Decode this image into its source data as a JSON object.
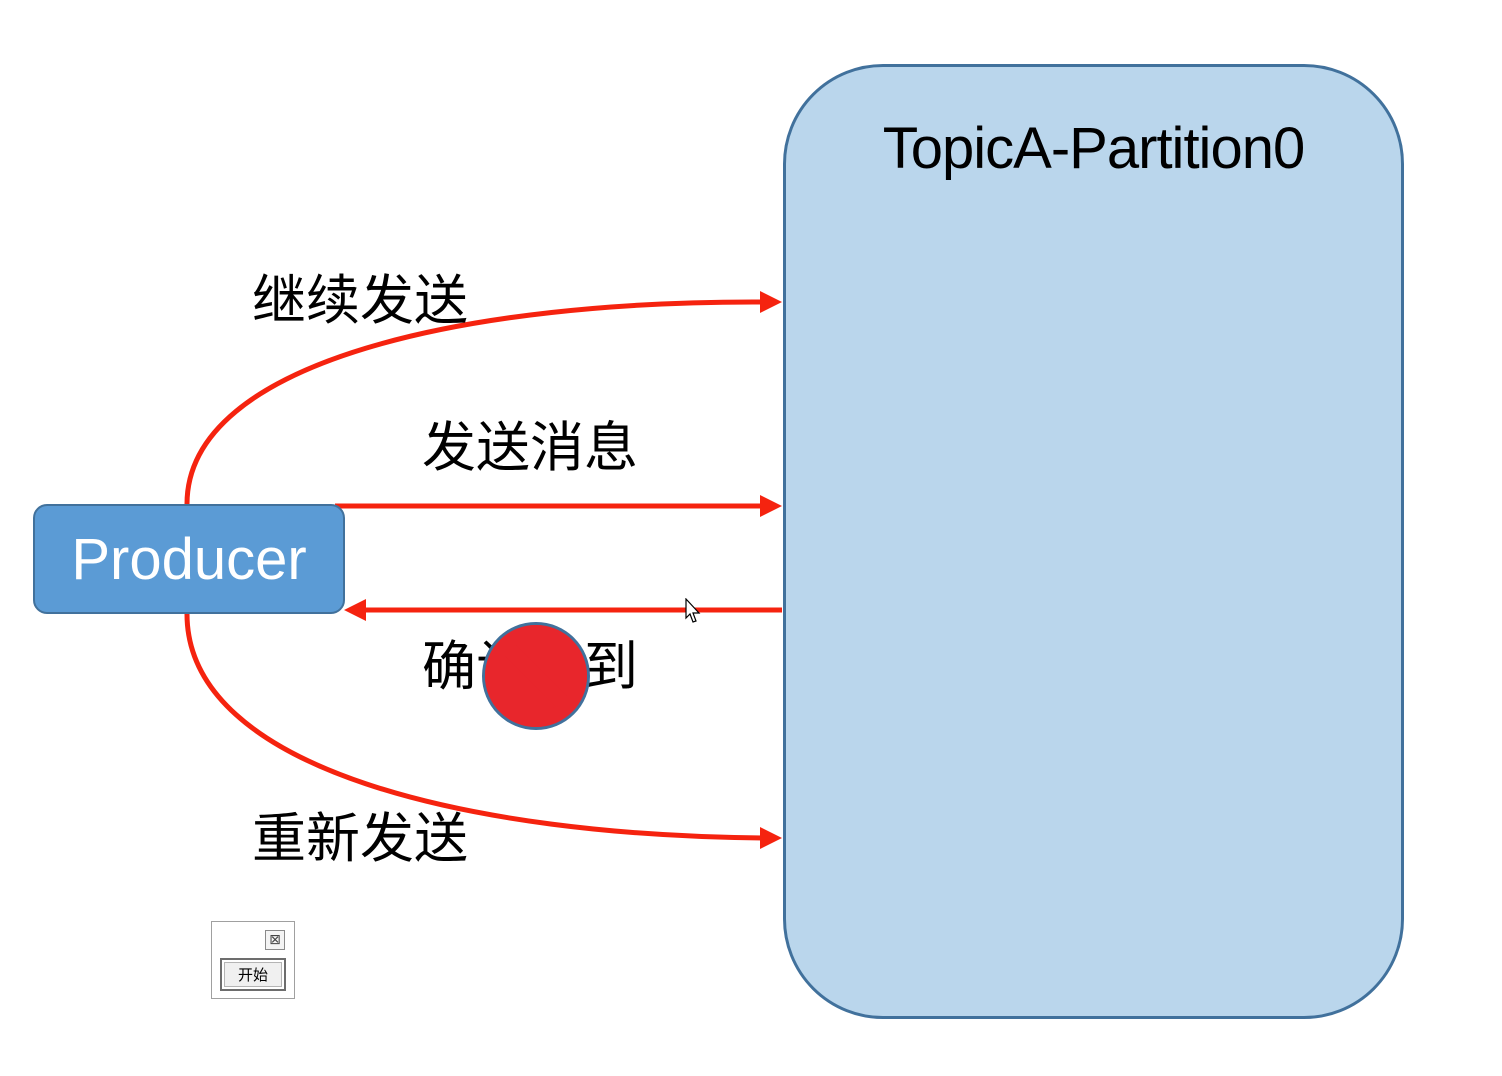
{
  "partition": {
    "title": "TopicA-Partition0"
  },
  "producer": {
    "label": "Producer"
  },
  "labels": {
    "continue_send": "继续发送",
    "send_message": "发送消息",
    "ack_received": "确认收到",
    "resend": "重新发送"
  },
  "mini_window": {
    "close_symbol": "⊠",
    "start_label": "开始"
  },
  "colors": {
    "arrow": "#f5230f",
    "producer_fill": "#5b9bd5",
    "partition_fill": "#bad6ec",
    "border": "#41719c",
    "no_sign_red": "#e8262c"
  },
  "icons": {
    "no_sign": "prohibited-icon",
    "cursor": "mouse-cursor-icon",
    "close": "close-icon"
  }
}
